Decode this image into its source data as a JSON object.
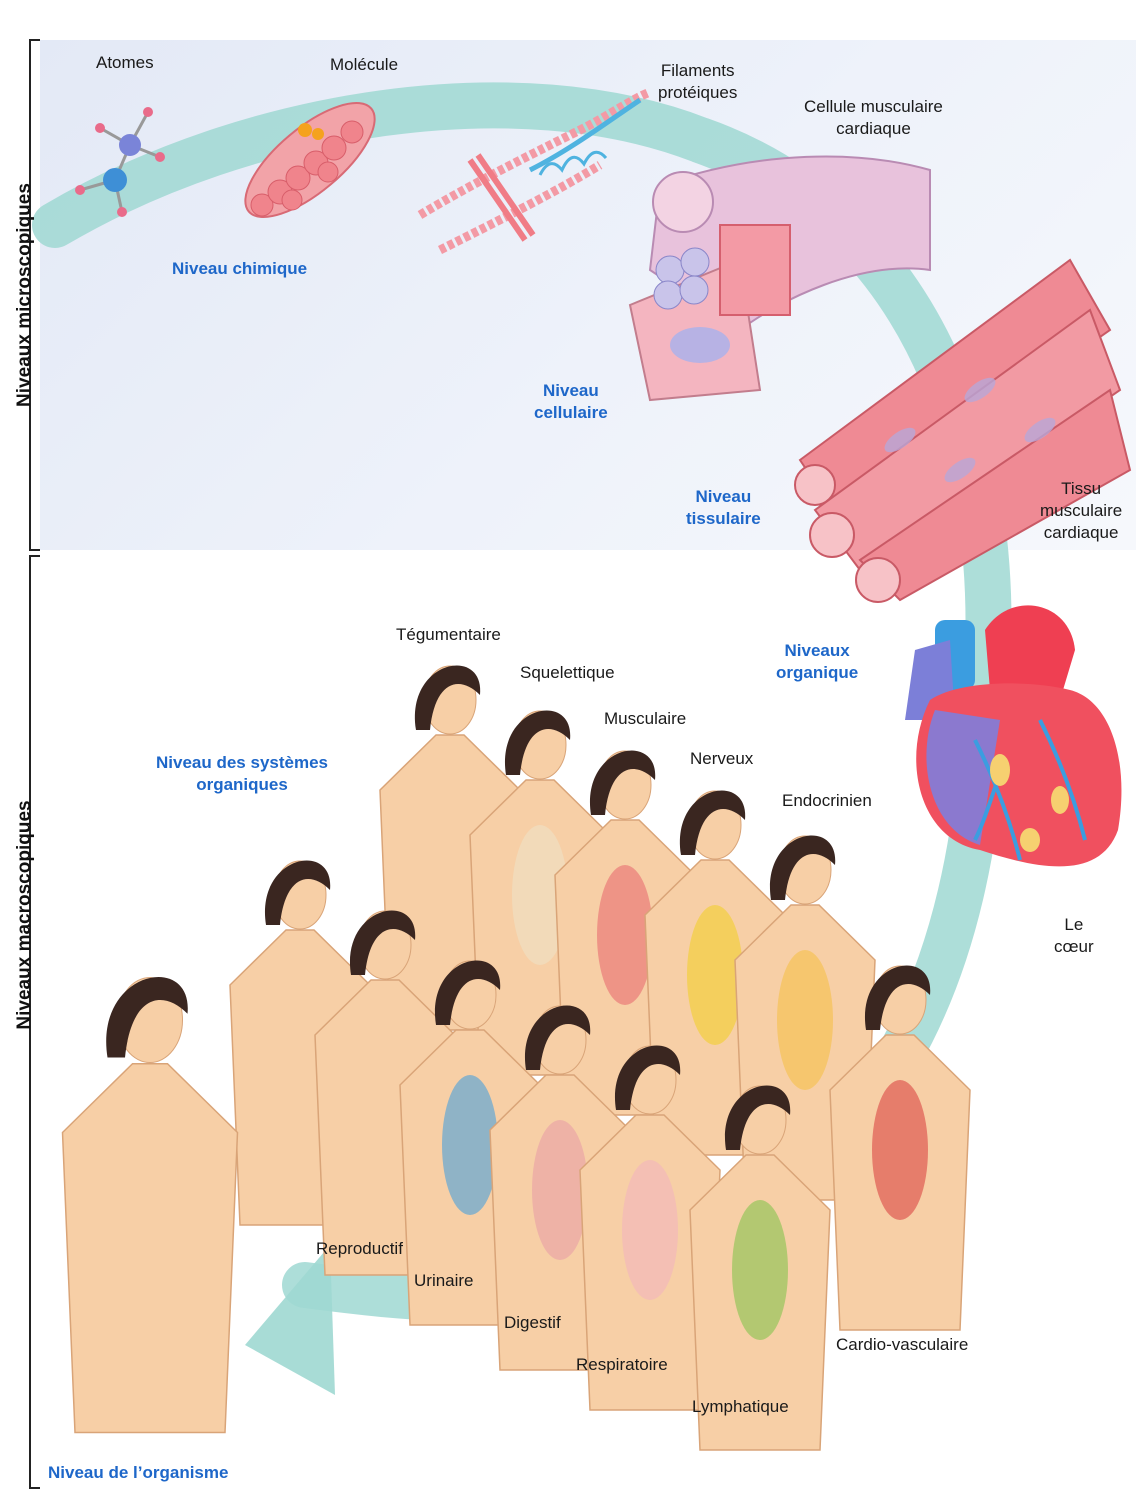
{
  "side_labels": {
    "micro": "Niveaux microscopiques",
    "macro": "Niveaux macroscopiques"
  },
  "levels": {
    "chemical": "Niveau chimique",
    "cellular_1": "Niveau",
    "cellular_2": "cellulaire",
    "tissue_1": "Niveau",
    "tissue_2": "tissulaire",
    "organ_1": "Niveaux",
    "organ_2": "organique",
    "systems_1": "Niveau des systèmes",
    "systems_2": "organiques",
    "organism": "Niveau de l’organisme"
  },
  "labels": {
    "atoms": "Atomes",
    "molecule": "Molécule",
    "filaments_1": "Filaments",
    "filaments_2": "protéiques",
    "cell_1": "Cellule musculaire",
    "cell_2": "cardiaque",
    "tissue_1": "Tissu",
    "tissue_2": "musculaire",
    "tissue_3": "cardiaque",
    "heart_1": "Le",
    "heart_2": "cœur"
  },
  "systems": [
    "Tégumentaire",
    "Squelettique",
    "Musculaire",
    "Nerveux",
    "Endocrinien",
    "Cardio-vasculaire",
    "Lymphatique",
    "Respiratoire",
    "Digestif",
    "Urinaire",
    "Reproductif"
  ],
  "colors": {
    "level_label": "#1e67c9",
    "arrow": "#9fd8d2",
    "muscle": "#e8646c",
    "skin": "#f7cfa6",
    "hair": "#3a2620"
  }
}
